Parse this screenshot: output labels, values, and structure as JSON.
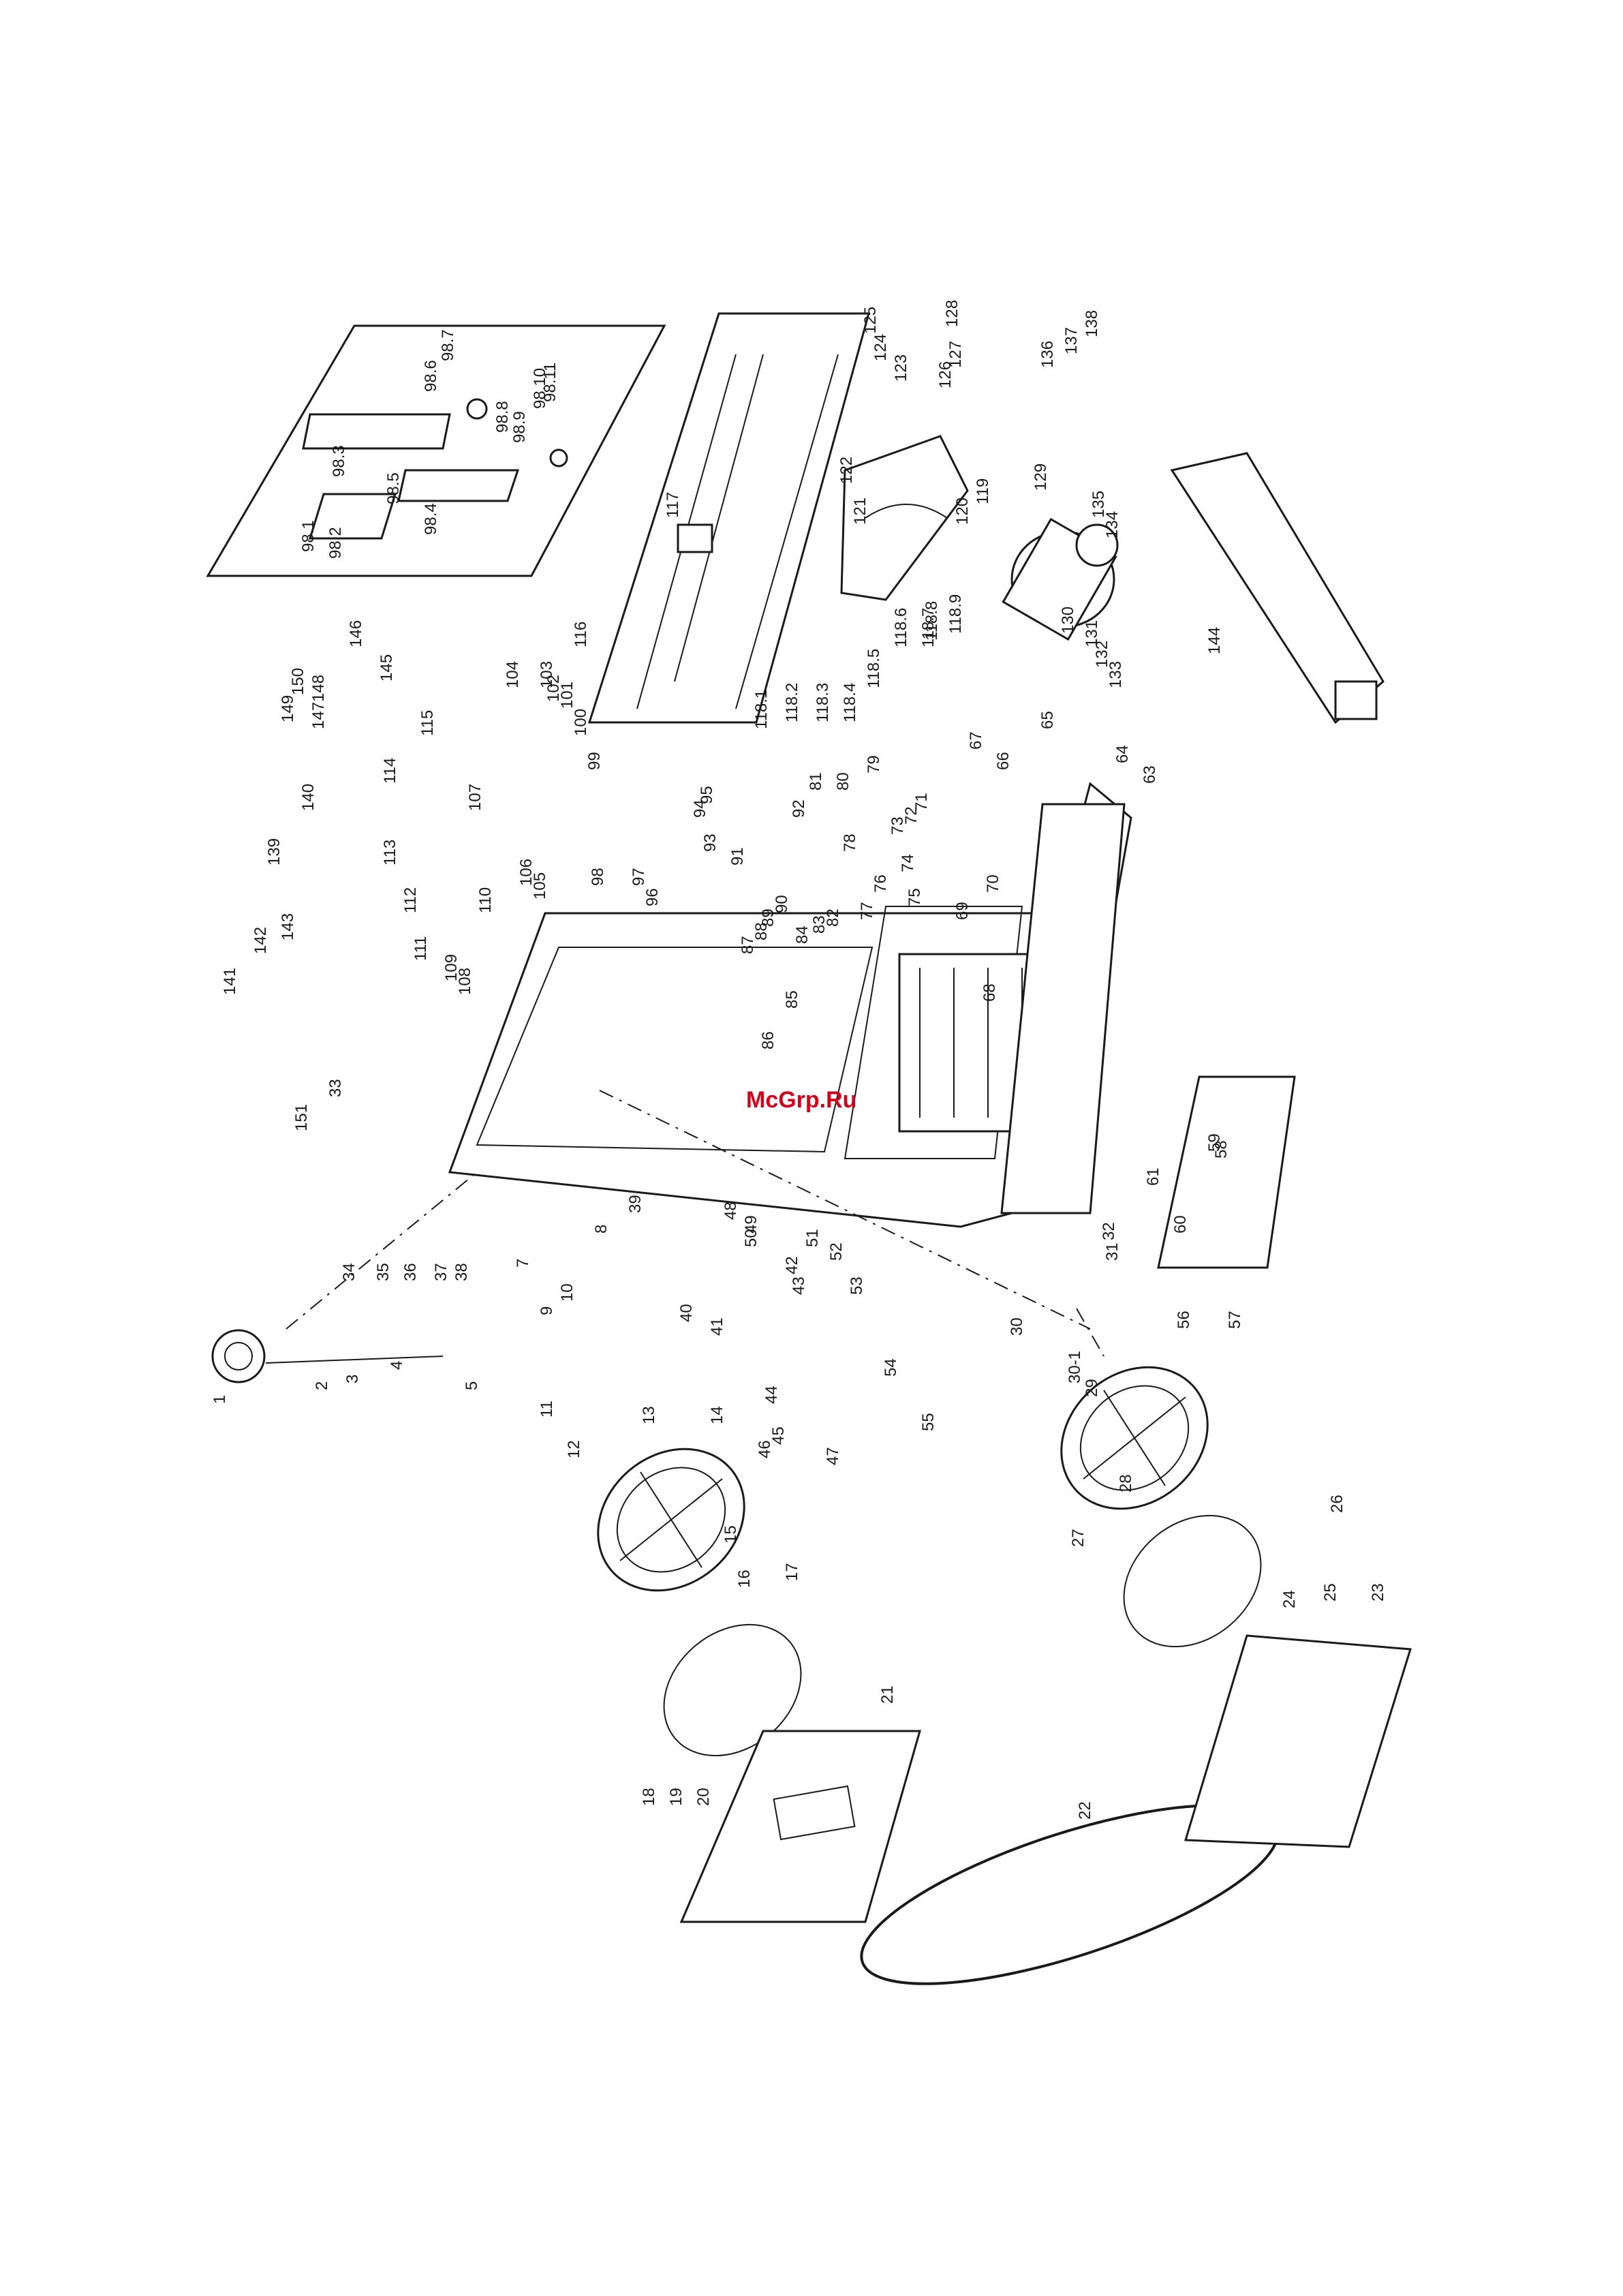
{
  "watermark": "McGrp.Ru",
  "callouts": [
    "1",
    "2",
    "3",
    "4",
    "5",
    "7",
    "8",
    "9",
    "10",
    "11",
    "12",
    "13",
    "14",
    "15",
    "16",
    "17",
    "18",
    "19",
    "20",
    "21",
    "22",
    "23",
    "24",
    "25",
    "26",
    "27",
    "28",
    "29",
    "30",
    "30-1",
    "31",
    "32",
    "33",
    "34",
    "35",
    "36",
    "37",
    "38",
    "39",
    "40",
    "41",
    "42",
    "43",
    "44",
    "45",
    "46",
    "47",
    "48",
    "49",
    "50",
    "51",
    "52",
    "53",
    "54",
    "55",
    "56",
    "57",
    "58",
    "59",
    "60",
    "61",
    "63",
    "64",
    "65",
    "66",
    "67",
    "68",
    "69",
    "70",
    "71",
    "72",
    "73",
    "74",
    "75",
    "76",
    "77",
    "78",
    "79",
    "80",
    "81",
    "82",
    "83",
    "84",
    "85",
    "86",
    "87",
    "88",
    "89",
    "90",
    "91",
    "92",
    "93",
    "94",
    "95",
    "96",
    "97",
    "98",
    "98.1",
    "98.2",
    "98.3",
    "98.4",
    "98.5",
    "98.6",
    "98.7",
    "98.8",
    "98.9",
    "98.10",
    "98.11",
    "99",
    "100",
    "101",
    "102",
    "103",
    "104",
    "105",
    "106",
    "107",
    "108",
    "109",
    "110",
    "111",
    "112",
    "113",
    "114",
    "115",
    "116",
    "117",
    "118.1",
    "118.2",
    "118.3",
    "118.4",
    "118.5",
    "118.6",
    "118.7",
    "118.8",
    "118.9",
    "119",
    "120",
    "121",
    "122",
    "123",
    "124",
    "125",
    "126",
    "127",
    "128",
    "129",
    "130",
    "131",
    "132",
    "133",
    "134",
    "135",
    "136",
    "137",
    "138",
    "139",
    "140",
    "141",
    "142",
    "143",
    "144",
    "145",
    "146",
    "147",
    "148",
    "149",
    "150",
    "151"
  ],
  "colors": {
    "ink": "#1a1a1a",
    "paper": "#ffffff",
    "watermark": "#d0021b"
  }
}
